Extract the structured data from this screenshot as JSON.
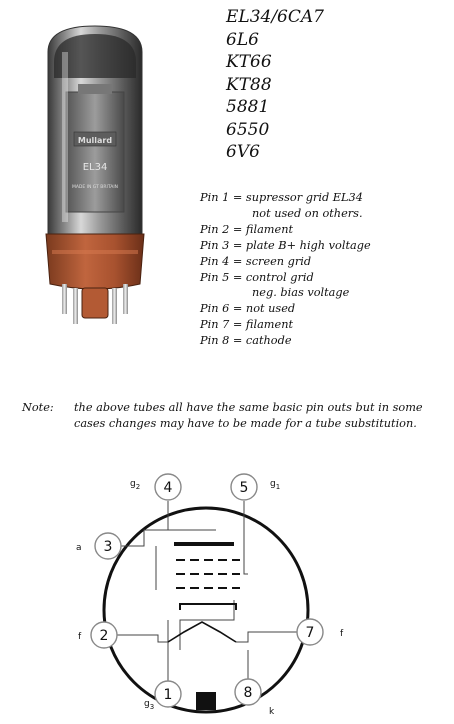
{
  "tubes": [
    "EL34/6CA7",
    "6L6",
    "KT66",
    "KT88",
    "5881",
    "6550",
    "6V6"
  ],
  "pins": [
    {
      "label": "Pin 1 = supressor grid EL34",
      "sub": "not used on others."
    },
    {
      "label": "Pin 2 = filament"
    },
    {
      "label": "Pin 3 = plate B+ high voltage"
    },
    {
      "label": "Pin 4 = screen grid"
    },
    {
      "label": "Pin 5 = control grid",
      "sub": "neg. bias voltage"
    },
    {
      "label": "Pin 6 = not used"
    },
    {
      "label": "Pin 7 = filament"
    },
    {
      "label": "Pin 8 = cathode"
    }
  ],
  "note": {
    "label": "Note:",
    "text": "the above tubes all have the same basic pin outs but in some cases changes may have to be made for a tube substitution."
  },
  "photo": {
    "brand": "Mullard",
    "type": "EL34",
    "small_text": "MADE IN GT BRITAIN"
  },
  "schematic": {
    "pin_numbers": [
      "1",
      "2",
      "3",
      "4",
      "5",
      "7",
      "8"
    ],
    "electrodes": {
      "g2": {
        "main": "g",
        "sub": "2"
      },
      "g1": {
        "main": "g",
        "sub": "1"
      },
      "g3": {
        "main": "g",
        "sub": "3"
      },
      "a": {
        "main": "a"
      },
      "f_left": {
        "main": "f"
      },
      "f_right": {
        "main": "f"
      },
      "k": {
        "main": "k"
      }
    }
  }
}
